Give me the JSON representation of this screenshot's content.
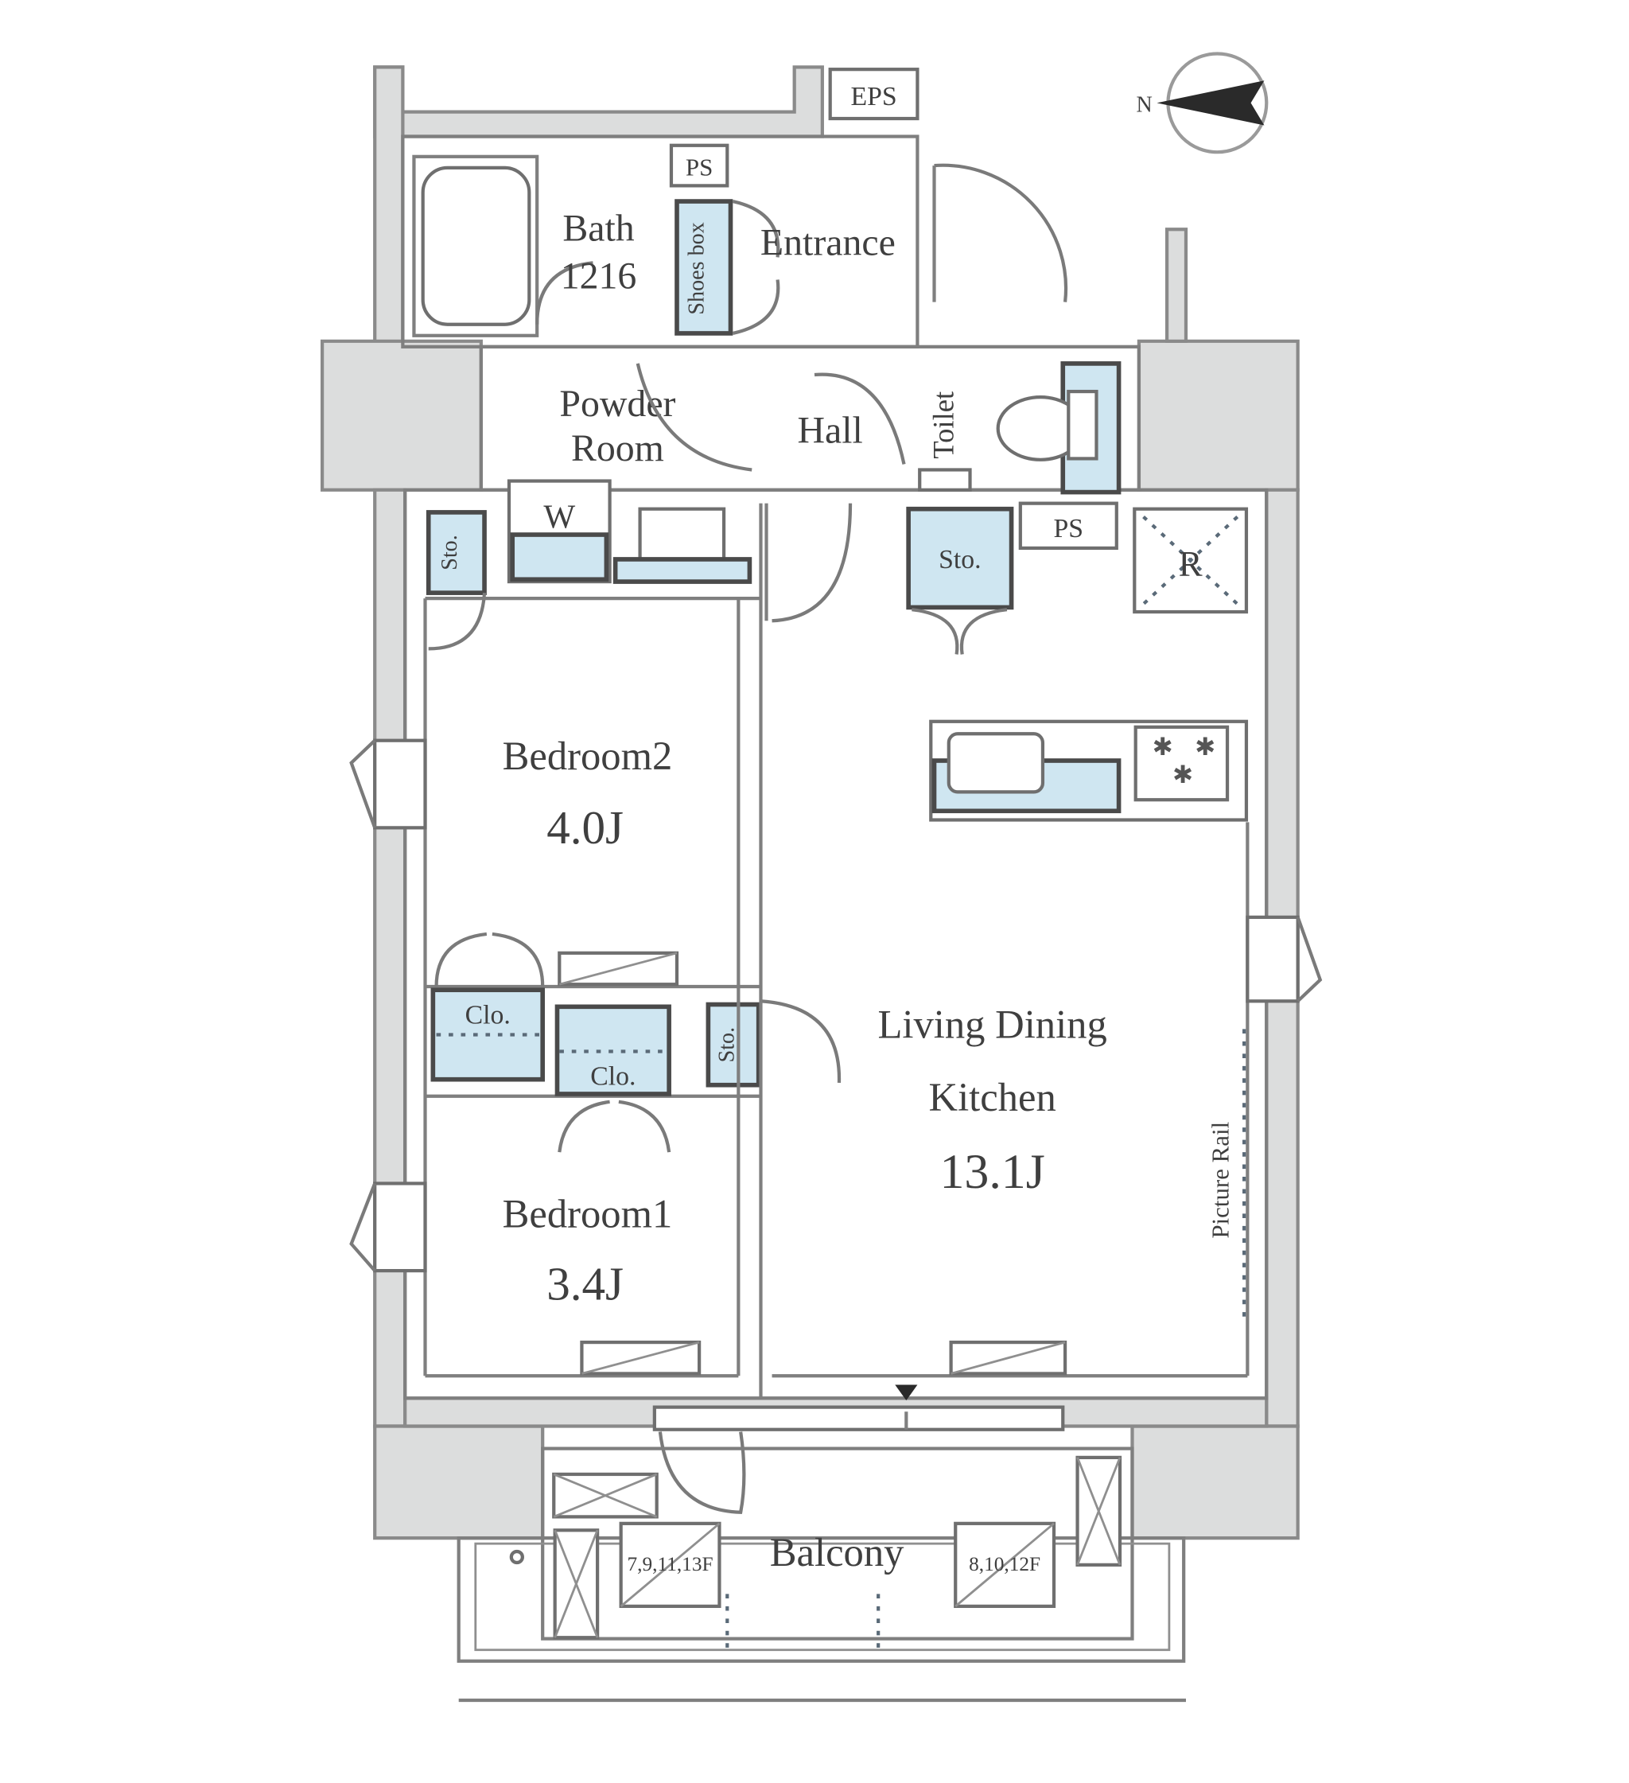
{
  "labels": {
    "eps": "EPS",
    "ps_top": "PS",
    "ps_kitchen": "PS",
    "bath": "Bath",
    "bath_size": "1216",
    "shoes_box": "Shoes box",
    "entrance": "Entrance",
    "powder_room_1": "Powder",
    "powder_room_2": "Room",
    "hall": "Hall",
    "toilet": "Toilet",
    "washer": "W",
    "refrigerator": "R",
    "sto_1": "Sto.",
    "sto_2": "Sto.",
    "sto_3": "Sto.",
    "clo_1": "Clo.",
    "clo_2": "Clo.",
    "bedroom2": "Bedroom2",
    "bedroom2_size": "4.0J",
    "bedroom1": "Bedroom1",
    "bedroom1_size": "3.4J",
    "ldk_1": "Living Dining",
    "ldk_2": "Kitchen",
    "ldk_size": "13.1J",
    "picture_rail": "Picture Rail",
    "balcony": "Balcony",
    "ac_unit_left": "7,9,11,13F",
    "ac_unit_right": "8,10,12F",
    "north": "N"
  },
  "colors": {
    "wall": "#dcdddd",
    "storage": "#cfe6f1",
    "text": "#3f3f3f"
  }
}
